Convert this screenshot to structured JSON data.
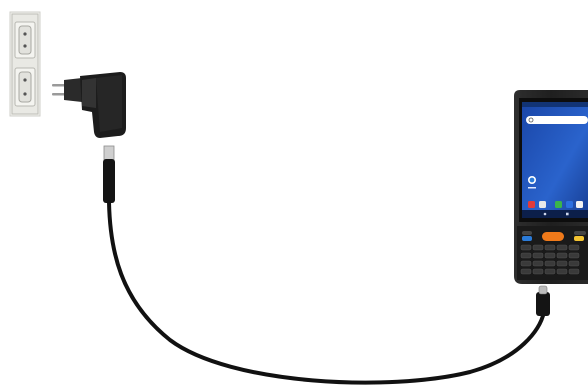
{
  "scene": {
    "items": [
      {
        "name": "wall-outlet",
        "icon": "outlet-icon"
      },
      {
        "name": "power-adapter",
        "icon": "adapter-icon"
      },
      {
        "name": "usb-cable",
        "icon": "cable-icon"
      },
      {
        "name": "handheld-device",
        "icon": "device-icon"
      }
    ],
    "colors": {
      "cable": "#111111",
      "outlet_face": "#e9e9e4",
      "adapter": "#1c1c1c",
      "device_body": "#232323",
      "screen_wallpaper": "#1d4fb8",
      "keypad_accent_orange": "#f07a1a",
      "keypad_accent_yellow": "#f5c431",
      "keypad_accent_blue": "#2b7bd8"
    }
  }
}
